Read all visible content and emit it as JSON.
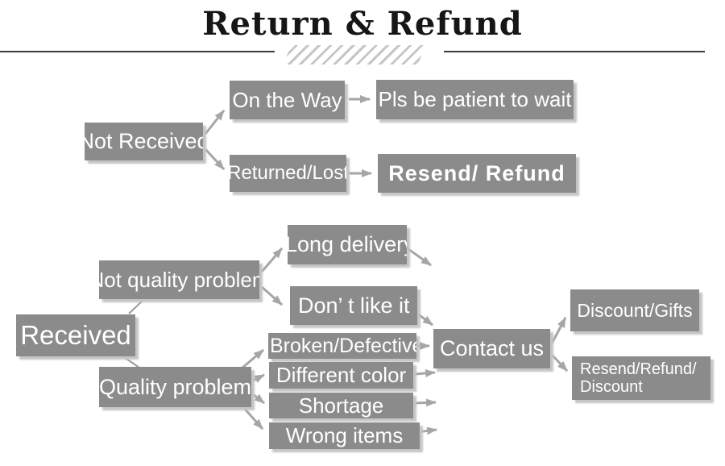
{
  "header": {
    "title": "Return & Refund"
  },
  "colors": {
    "node_fill": "#8b8b8b",
    "node_text": "#ffffff",
    "arrow": "#a6a6a6",
    "rule": "#3a3a3a",
    "stripe": "#c6c6c6",
    "shadow": "#c5c5c5",
    "title_text": "#161616",
    "background": "#ffffff"
  },
  "nodes": {
    "not_received": {
      "label": "Not Received"
    },
    "on_the_way": {
      "label": "On the Way"
    },
    "pls_wait": {
      "label": "Pls be patient to wait"
    },
    "returned_lost": {
      "label": "Returned/Lost"
    },
    "resend_refund": {
      "label": "Resend/ Refund"
    },
    "received": {
      "label": "Received"
    },
    "not_quality": {
      "label": "Not quality problem"
    },
    "long_delivery": {
      "label": "Long delivery"
    },
    "dont_like": {
      "label": "Don’ t like it"
    },
    "quality": {
      "label": "Quality problem"
    },
    "broken": {
      "label": "Broken/Defective"
    },
    "different": {
      "label": "Different color"
    },
    "shortage": {
      "label": "Shortage"
    },
    "wrong": {
      "label": "Wrong items"
    },
    "contact": {
      "label": "Contact us"
    },
    "discount_gifts": {
      "label": "Discount/Gifts"
    },
    "resend_refund_discount": {
      "lines": [
        "Resend/Refund/",
        "Discount"
      ]
    }
  },
  "edges": [
    {
      "from": "not_received",
      "to": "on_the_way",
      "style": "arrow"
    },
    {
      "from": "not_received",
      "to": "returned_lost",
      "style": "arrow"
    },
    {
      "from": "on_the_way",
      "to": "pls_wait",
      "style": "arrow"
    },
    {
      "from": "returned_lost",
      "to": "resend_refund",
      "style": "arrow"
    },
    {
      "from": "received",
      "to": "not_quality",
      "style": "line"
    },
    {
      "from": "received",
      "to": "quality",
      "style": "line"
    },
    {
      "from": "not_quality",
      "to": "long_delivery",
      "style": "arrow"
    },
    {
      "from": "not_quality",
      "to": "dont_like",
      "style": "arrow"
    },
    {
      "from": "long_delivery",
      "to": "contact",
      "style": "arrow"
    },
    {
      "from": "dont_like",
      "to": "contact",
      "style": "arrow"
    },
    {
      "from": "quality",
      "to": "broken",
      "style": "arrow"
    },
    {
      "from": "quality",
      "to": "different",
      "style": "arrow"
    },
    {
      "from": "quality",
      "to": "shortage",
      "style": "arrow"
    },
    {
      "from": "quality",
      "to": "wrong",
      "style": "arrow"
    },
    {
      "from": "broken",
      "to": "contact",
      "style": "arrow"
    },
    {
      "from": "different",
      "to": "contact",
      "style": "arrow"
    },
    {
      "from": "shortage",
      "to": "contact",
      "style": "arrow"
    },
    {
      "from": "wrong",
      "to": "contact",
      "style": "arrow"
    },
    {
      "from": "contact",
      "to": "discount_gifts",
      "style": "arrow"
    },
    {
      "from": "contact",
      "to": "resend_refund_discount",
      "style": "arrow"
    }
  ]
}
